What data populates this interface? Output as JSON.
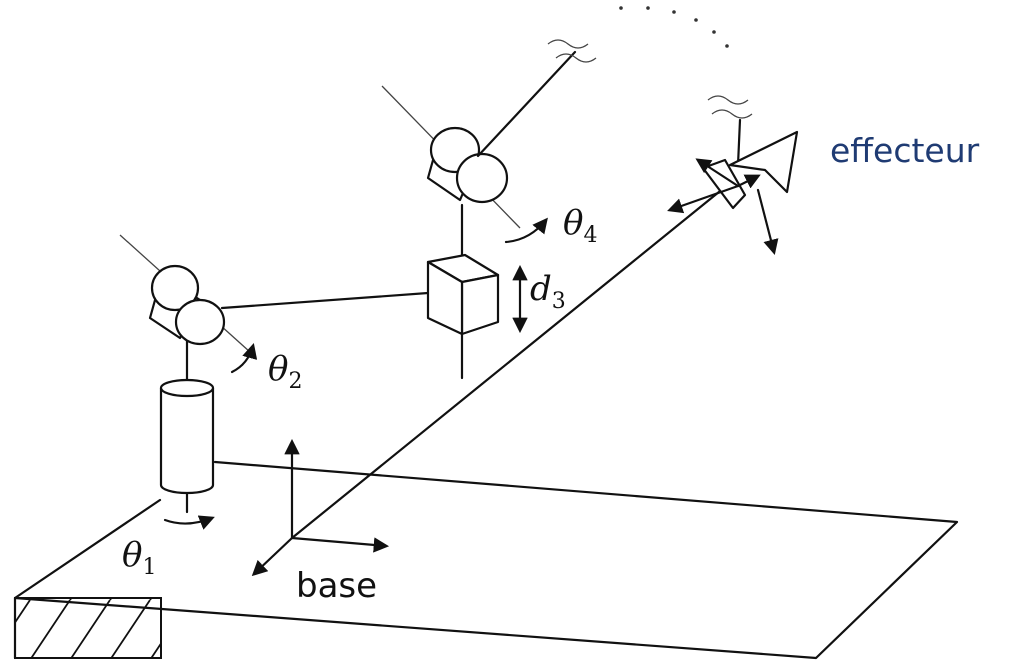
{
  "labels": {
    "effector": "effecteur",
    "base": "base",
    "theta": "θ",
    "d": "d",
    "theta1_sub": "1",
    "theta2_sub": "2",
    "d3_sub": "3",
    "theta4_sub": "4"
  },
  "colors": {
    "ink": "#111111",
    "effector_label": "#1f3b73"
  }
}
